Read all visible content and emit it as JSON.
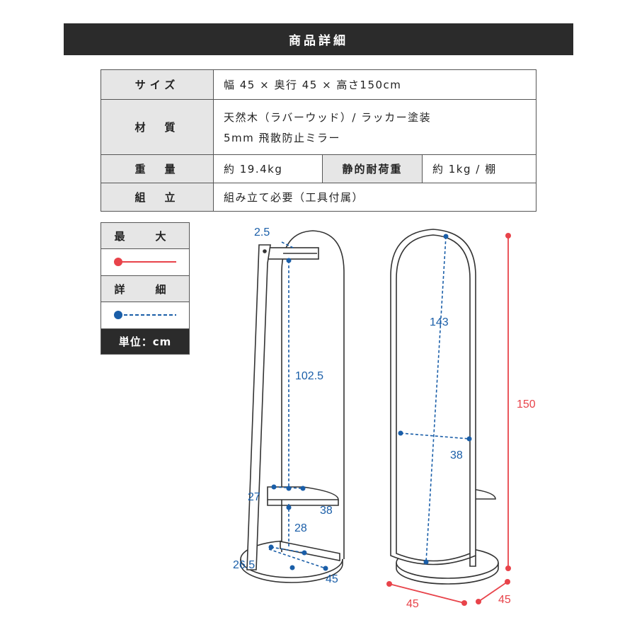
{
  "header": {
    "title": "商品詳細"
  },
  "spec": {
    "size_label": "サイズ",
    "size_value": "幅 45 × 奥行 45 × 高さ150cm",
    "material_label": "材　質",
    "material_line1": "天然木（ラバーウッド）/ ラッカー塗装",
    "material_line2": "5mm 飛散防止ミラー",
    "weight_label": "重　量",
    "weight_value": "約 19.4kg",
    "load_label": "静的耐荷重",
    "load_value": "約 1kg / 棚",
    "assembly_label": "組　立",
    "assembly_value": "組み立て必要（工具付属）"
  },
  "legend": {
    "max_label": "最　大",
    "detail_label": "詳　細",
    "unit_label": "単位：cm"
  },
  "dimensions": {
    "top_thickness": "2.5",
    "rack_height": "102.5",
    "shelf_depth": "27",
    "shelf_width": "38",
    "shelf_gap": "28",
    "base_depth": "26.5",
    "base_width_left": "45",
    "mirror_height": "143",
    "mirror_width": "38",
    "total_height": "150",
    "total_width": "45",
    "total_depth": "45"
  },
  "colors": {
    "max": "#e8434a",
    "detail": "#1a5ea8",
    "line": "#333333",
    "header_bg": "#2b2b2b",
    "label_bg": "#e6e6e6"
  }
}
